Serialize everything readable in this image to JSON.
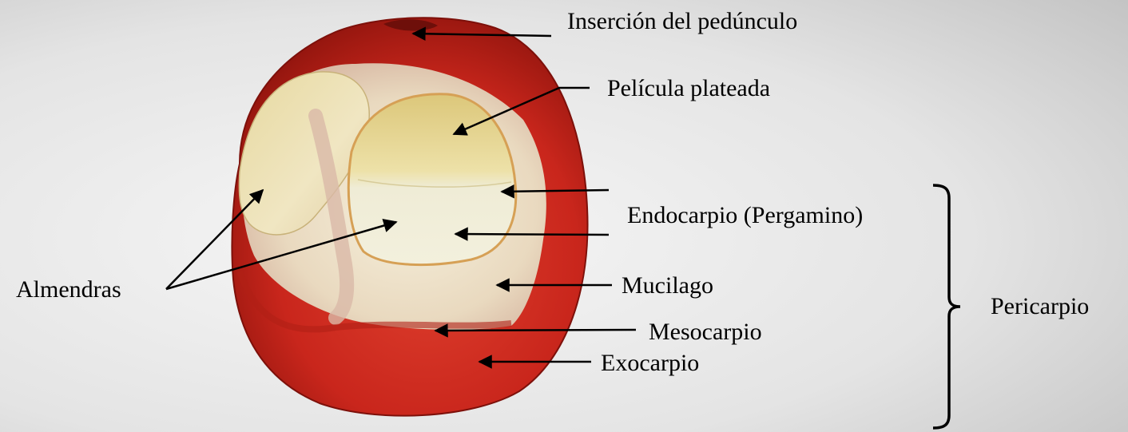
{
  "labels": {
    "peduncle": "Inserción del pedúnculo",
    "silver_skin": "Película plateada",
    "endocarp": "Endocarpio (Pergamino)",
    "mucilage": "Mucilago",
    "mesocarp": "Mesocarpio",
    "exocarp": "Exocarpio",
    "almonds": "Almendras",
    "pericarp": "Pericarpio"
  },
  "colors": {
    "background_light": "#f2f2f2",
    "background_dark": "#c9c9c9",
    "cherry_red": "#c8241c",
    "cherry_dark": "#8e120c",
    "bean_cream": "#eee7c9",
    "bean_yellow": "#e6d38a",
    "arrow": "#000000"
  }
}
